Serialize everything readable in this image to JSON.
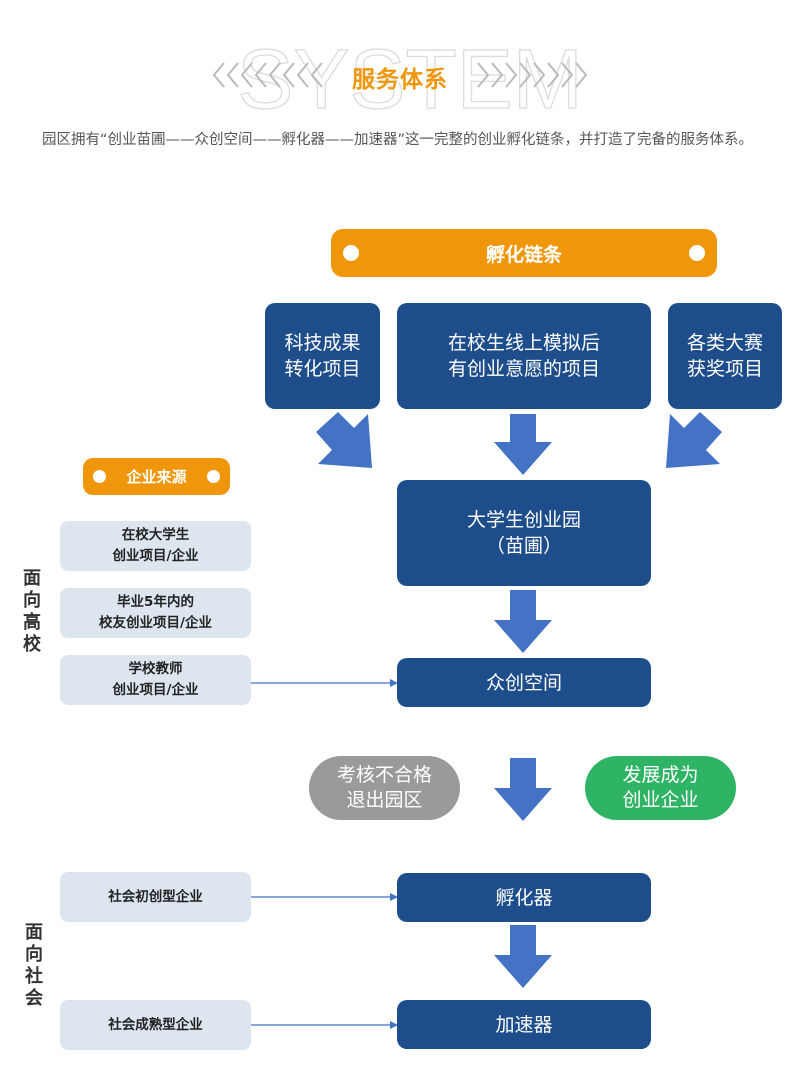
{
  "header": {
    "watermark": "SYSTEM",
    "title": "服务体系"
  },
  "intro": "园区拥有“创业苗圃——众创空间——孵化器——加速器”这一完整的创业孵化链条，并打造了完备的服务体系。",
  "chain": {
    "label": "孵化链条",
    "sources": [
      "科技成果\n转化项目",
      "在校生线上模拟后\n有创业意愿的项目",
      "各类大赛\n获奖项目"
    ],
    "nursery": "大学生创业园\n（苗圃）",
    "maker_space": "众创空间",
    "outcomes": {
      "fail": "考核不合格\n退出园区",
      "success": "发展成为\n创业企业"
    },
    "incubator": "孵化器",
    "accelerator": "加速器"
  },
  "enterprise_source": {
    "label": "企业来源",
    "university_group": {
      "label": "面向高校",
      "items": [
        "在校大学生\n创业项目/企业",
        "毕业5年内的\n校友创业项目/企业",
        "学校教师\n创业项目/企业"
      ]
    },
    "society_group": {
      "label": "面向社会",
      "items": [
        "社会初创型企业",
        "社会成熟型企业"
      ]
    }
  },
  "colors": {
    "orange": "#f0960a",
    "navy": "#1e4d8c",
    "arrow_blue": "#4472c4",
    "light_blue": "#dde6ee",
    "gray": "#9a9a9a",
    "green": "#2fb364"
  }
}
